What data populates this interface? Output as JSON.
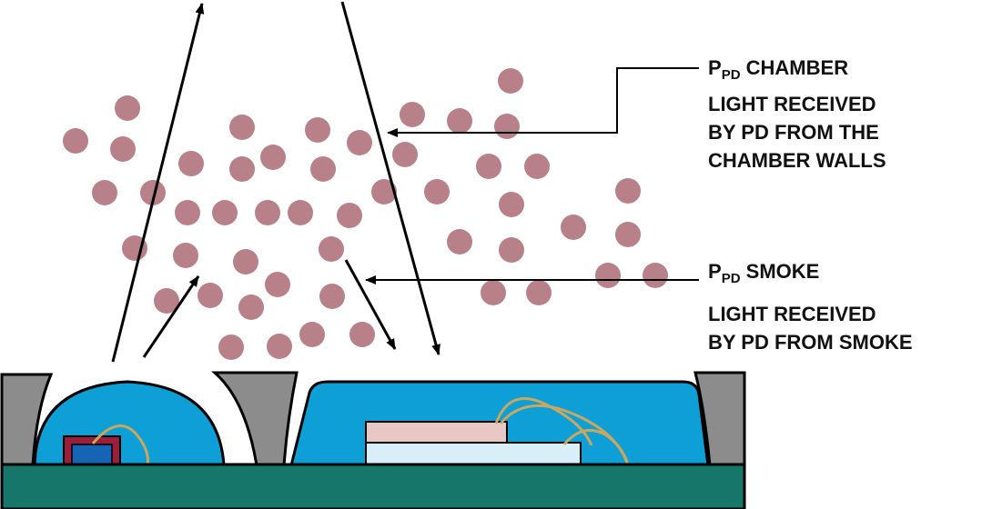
{
  "labels": {
    "chamber": {
      "title_main": "P",
      "title_sub": "PD",
      "title_rest": " CHAMBER",
      "line1": "LIGHT RECEIVED",
      "line2": "BY PD FROM THE",
      "line3": "CHAMBER WALLS"
    },
    "smoke": {
      "title_main": "P",
      "title_sub": "PD",
      "title_rest": " SMOKE",
      "line1": "LIGHT RECEIVED",
      "line2": "BY PD FROM SMOKE"
    }
  },
  "colors": {
    "particle": "#b88088",
    "dome": "#0e9fd6",
    "substrate": "#157669",
    "wall": "#8c8c8c",
    "chip_top": "#e8c8c6",
    "chip_bottom": "#d8eef8",
    "led_frame": "#9b1f3a",
    "led_core": "#1665b4",
    "wire": "#c8a860"
  }
}
